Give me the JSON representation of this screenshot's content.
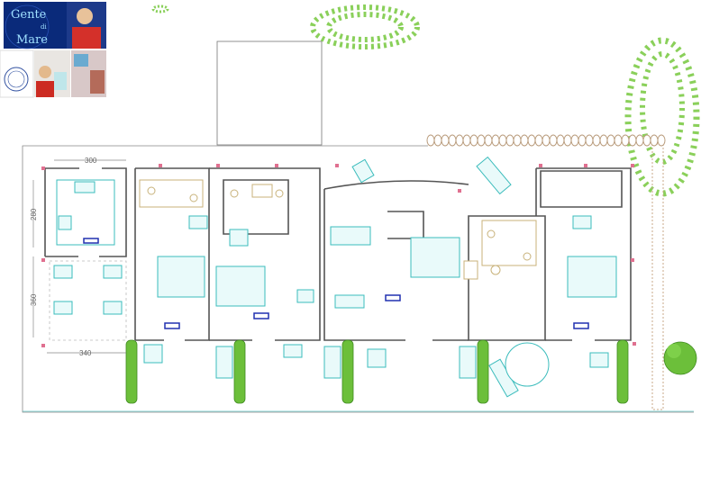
{
  "logo": {
    "title": "Gente di Mare",
    "line1": "Gente",
    "line2": "di",
    "line3": "Mare"
  },
  "dimensions": {
    "kitchen_width": "300",
    "kitchen_depth": "280",
    "terrace_depth": "360",
    "terrace_width": "340"
  },
  "colors": {
    "walls": "#555555",
    "furniture": "#3bbcbc",
    "vegetation": "#6cbf3a",
    "markers": "#e07090",
    "accent": "#2030b0"
  }
}
